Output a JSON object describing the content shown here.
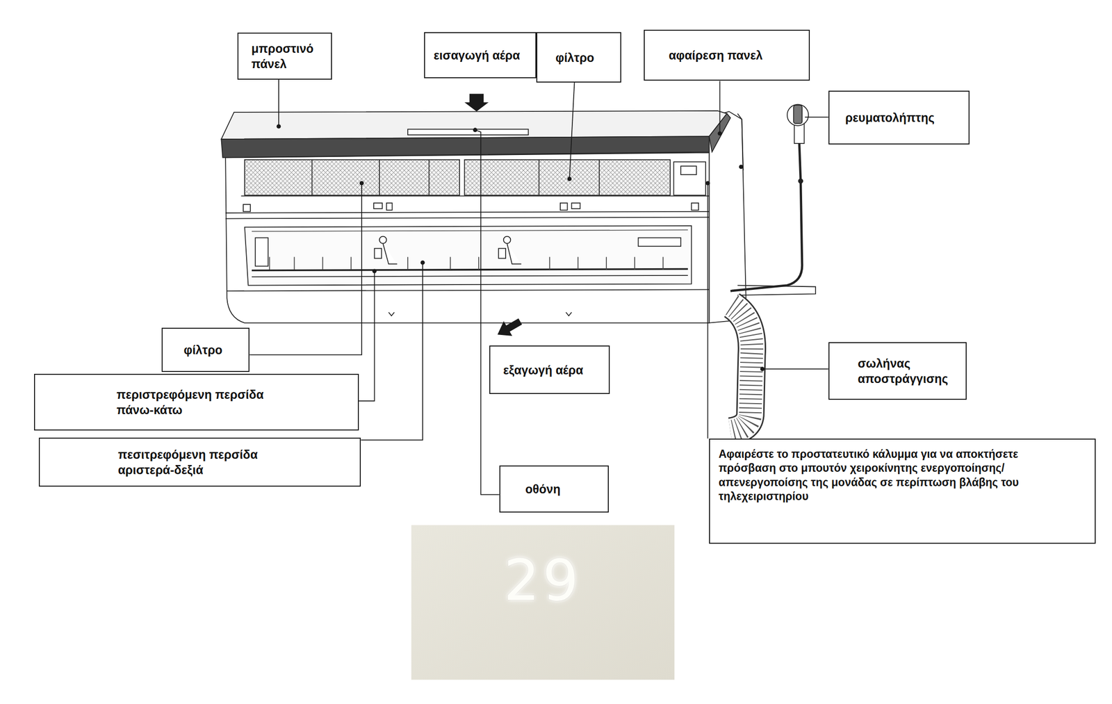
{
  "diagram": {
    "nodes": [
      {
        "text": [
          "μπροστινό πάνελ"
        ]
      },
      {
        "text": [
          "εισαγωγή αέρα"
        ]
      },
      {
        "text": [
          "φίλτρο"
        ]
      },
      {
        "text": [
          "αφαίρεση πανελ"
        ]
      },
      {
        "text": [
          "ρευματολήπτης"
        ]
      },
      {
        "text": [
          "φίλτρο"
        ]
      },
      {
        "text": [
          "εξαγωγή αέρα"
        ]
      },
      {
        "text": [
          "σωλήνας αποστράγγισης"
        ]
      },
      {
        "text": [
          "περιστρεφόμενη περσίδα πάνω-κάτω"
        ]
      },
      {
        "text": [
          "πεσιτρεφόμενη περσίδα αριστερά-δεξιά"
        ]
      },
      {
        "text": [
          "οθόνη"
        ]
      },
      {
        "text": [
          "Αφαιρέστε το προστατευτικό κάλυμμα για να αποκτήσετε πρόσβαση στο μπουτόν χειροκίνητης ενεργοποίησης/απενεργοποίσης της μονάδας σε περίπτωση βλάβης του τηλεχειριστηρίου"
        ]
      }
    ],
    "labels": [
      "29"
    ]
  }
}
